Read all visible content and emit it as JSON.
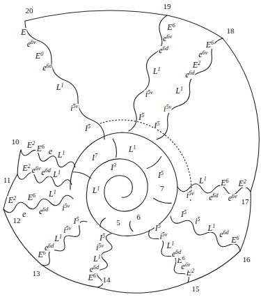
{
  "diagram": {
    "labels": [
      "20",
      "E",
      "e6v",
      "E0",
      "e6d",
      "L1",
      "i5v",
      "I5",
      "19",
      "E6",
      "e6v",
      "e6d",
      "L1",
      "i5v",
      "I5",
      "18",
      "E6",
      "e6v",
      "E2",
      "e6d",
      "L1",
      "i5v",
      "I5",
      "17",
      "E2",
      "e6v",
      "E6",
      "e6d",
      "L1",
      "i5v",
      "16",
      "E6",
      "e6d",
      "L1",
      "i5",
      "I5",
      "15",
      "E2",
      "e6v",
      "E6",
      "e6d",
      "L1",
      "i5v",
      "I5",
      "14",
      "E6",
      "e6d",
      "L1",
      "i5v",
      "I5",
      "13",
      "E6",
      "e6d",
      "L1",
      "i5v",
      "I5",
      "12",
      "E2",
      "e",
      "E6",
      "e6d",
      "L1",
      "i5v",
      "11",
      "E2",
      "e6v",
      "e6d",
      "L1",
      "10",
      "E2",
      "E6",
      "e",
      "L1",
      "I7",
      "L1",
      "I5",
      "7",
      "I3",
      "L1",
      "6",
      "5"
    ]
  }
}
